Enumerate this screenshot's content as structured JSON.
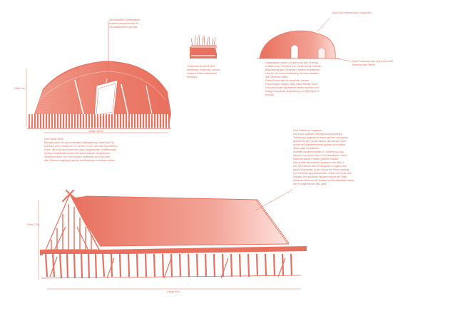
{
  "colors": {
    "accent": "#e8705e",
    "accent_light": "#f6c6bd",
    "background": "#ffffff"
  },
  "top_left_house": {
    "annotation": "Die seitlichen Giebelwände\nwurden wahrscheinlich für\nVorratskammern genutzt.",
    "height_label": "Höhe 4m",
    "length_label": "Länge 18,5m",
    "description": "Das Fyrkat Haus\nBenannt nach der gleichnamigen Wikingerburg. Hatte das Fyr-\nkat Haus eine Größe von ca. 28,5m x 6,5m und eine beachtliche\nHöhe, die trotz des Aussehen eines umgekehrten Schiffsrumpfs\nvorliegt. Abgestützt wurden die Außenwände mit gezielten\nStützelementen. Am First wurden oft Bretter für einen Halt\naller Stämme angelegt, welche die Bewohner schützen sollten."
  },
  "sod_block": {
    "caption": "Grassoden sind mit über\nbewährtes Erdstücke, welche\nunseren Rasen bekannten\nRollrasen."
  },
  "top_right_house": {
    "roof_note": "Das Dach bestand aus Grassoden",
    "wall_note": "Das Fundament war aus Lehm oder\nteilweise aus Steins.",
    "description": "Hügelhäuser waren vor allem auf den Orkneys,\nin Island und Grönland von, da es wenig Holz als\nBaumaterial gab. Reichere Familien investierten\nHolz für die Innenverkleidung, Ärmere mussten\nauf Treibholz hoffen.\n   Diese Bauart war für simplistic, heutes\nForschungen zeigen, dass diese Häuser auch\nin Skandinavien gestanden haben müssen und\nbelegen somit die Ausbreitung von Wikingern in\nEuropa."
  },
  "longhouse": {
    "description": "Das Trelleborg-Langhaus\nEin in der späteren Wikingerzeit errichteten\nTrelleborg-Langhäuser waren größer und größer\ngebaut als die Fyrkat Häuser. Sie werden nicht\naußen mit Wandelementen gebaut und hatten\nStütz- statt Holzdächer.\n   Kurbelte Bauern wohnten in Trelleborg-Lang-\nhäusern von einer 40m x 7m Innenfläche. Wohl-\nhabende Bauern hatten größere Häuser.\n   Das größte gefundene Langhaus maß 83m x\n8m. Die Häuser waren einspannt, es gabe eine\ngroße Wohnhalle, in der immer ein Feuer brannte\nund Getreide gemahlt wurden. Wiese am Ende des\nHauses. Bei größeren Häusern wurde die Halle\nkleineren Räumen für Vorräte und Schlafstätten sowie\ndie Privatgemächer des Jarls.",
    "height_label": "Höhe 12m",
    "length_label": "Länge 83m"
  }
}
